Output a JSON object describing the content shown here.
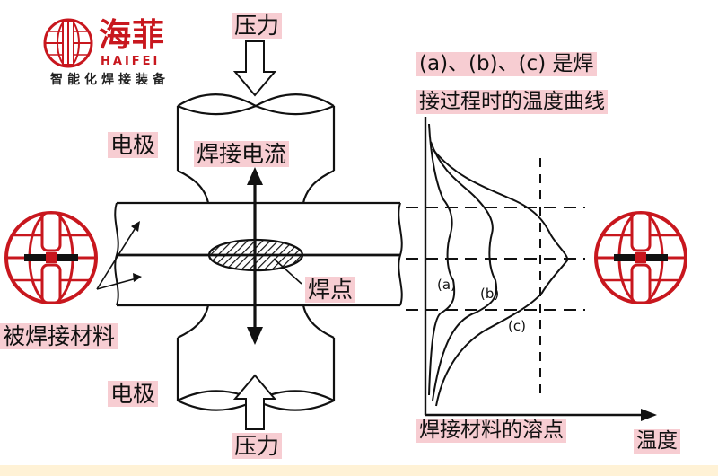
{
  "logo": {
    "name_cn": "海菲",
    "name_en": "HAIFEI",
    "tagline": "智能化焊接装备",
    "brand_color": "#c8171e"
  },
  "labels": {
    "pressure_top": "压力",
    "pressure_bottom": "压力",
    "electrode_top": "电极",
    "electrode_bottom": "电极",
    "welding_current": "焊接电流",
    "weld_spot": "焊点",
    "material": "被焊接材料",
    "curve_title_line1": "(a)、(b)、(c) 是焊",
    "curve_title_line2": "接过程时的温度曲线",
    "melting_point": "焊接材料的溶点",
    "temperature_axis": "温度",
    "curve_a": "(a)",
    "curve_b": "(b)",
    "curve_c": "(c)"
  },
  "colors": {
    "highlight": "#f7cdd2",
    "line": "#111111",
    "bottom_band": "#fff2d6"
  }
}
